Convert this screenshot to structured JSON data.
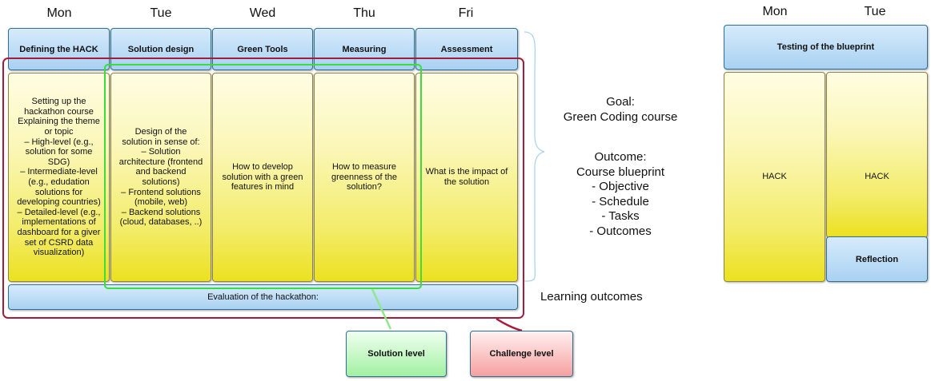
{
  "week1": {
    "days": [
      "Mon",
      "Tue",
      "Wed",
      "Thu",
      "Fri"
    ],
    "headers": [
      "Defining the HACK",
      "Solution design",
      "Green Tools",
      "Measuring",
      "Assessment"
    ],
    "contents": [
      "Setting up the\nhackathon course\nExplaining the theme\nor topic\n– High-level (e.g.,\nsolution for some\nSDG)\n– Intermediate-level\n(e.g., edudation\nsolutions for\ndeveloping countries)\n– Detailed-level (e.g.,\nimplementations of\ndashboard for a giver\nset of CSRD data\nvisualization)",
      "Design of the\nsolution in sense of:\n– Solution\narchitecture (frontend\nand backend\nsolutions)\n– Frontend solutions\n(mobile, web)\n– Backend solutions\n(cloud, databases, ..)",
      "How to develop\nsolution with a green\nfeatures in mind",
      "How to measure\ngreenness of the\nsolution?",
      "What is the impact of\nthe solution"
    ],
    "evaluation": "Evaluation of the hackathon:"
  },
  "summary": {
    "goal": "Goal:\nGreen Coding course",
    "outcome": "Outcome:\nCourse blueprint\n- Objective\n- Schedule\n- Tasks\n- Outcomes",
    "learning_outcomes": "Learning outcomes"
  },
  "week2": {
    "days": [
      "Mon",
      "Tue"
    ],
    "header": "Testing  of the blueprint",
    "contents": [
      "HACK",
      "HACK"
    ],
    "reflection": "Reflection"
  },
  "levels": {
    "solution": "Solution level",
    "challenge": "Challenge level"
  },
  "colors": {
    "challenge_frame": "#a51d3a",
    "solution_frame": "#3bdc3b",
    "brace": "#a9d4ee"
  }
}
